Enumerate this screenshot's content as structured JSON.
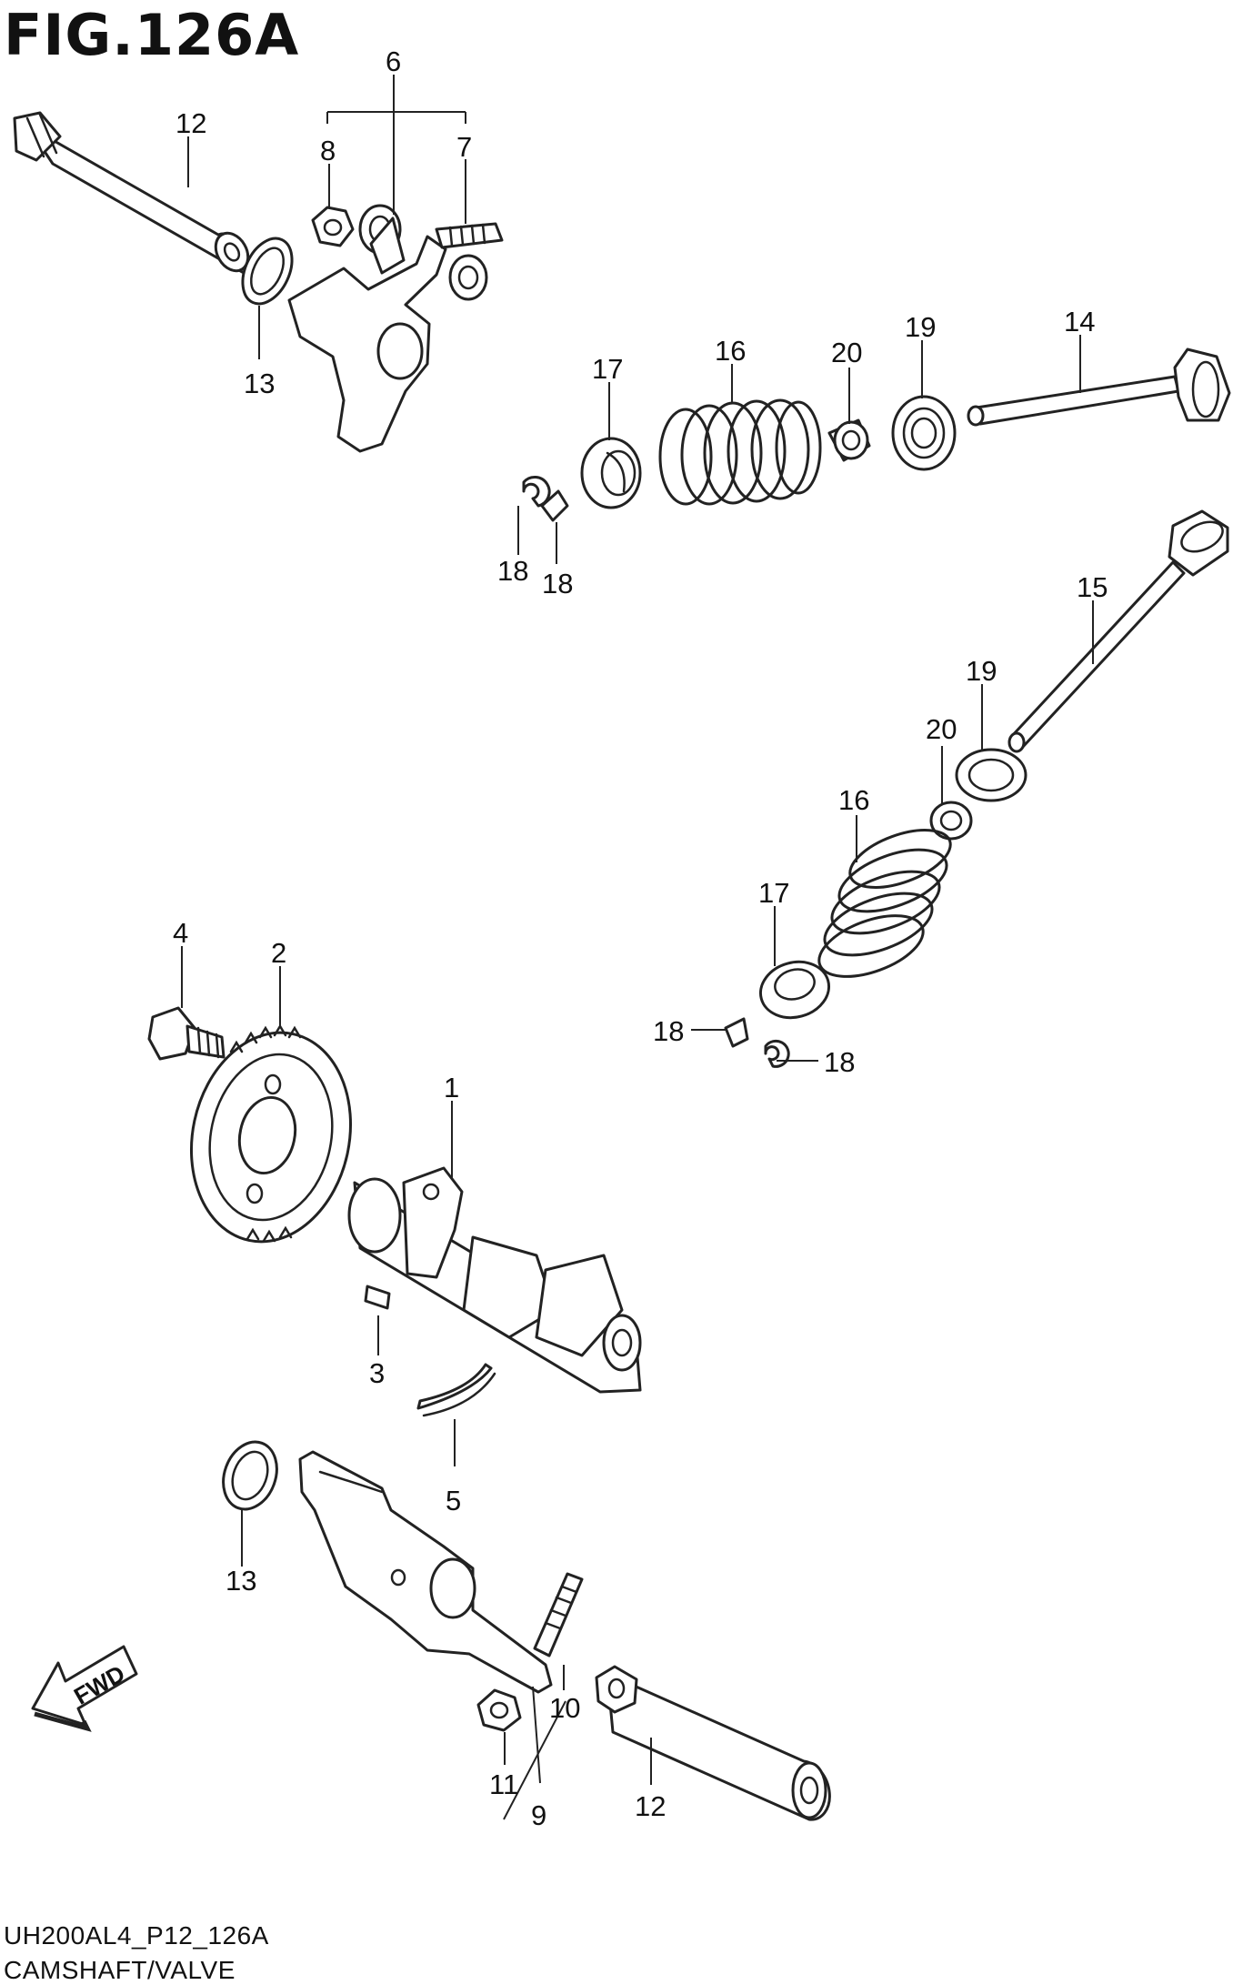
{
  "figure": {
    "title": "FIG.126A",
    "code": "UH200AL4_P12_126A",
    "caption": "CAMSHAFT/VALVE",
    "fwd_label": "FWD"
  },
  "callouts": {
    "c1": "1",
    "c2": "2",
    "c3": "3",
    "c4": "4",
    "c5": "5",
    "c6": "6",
    "c7": "7",
    "c8": "8",
    "c9": "9",
    "c10": "10",
    "c11": "11",
    "c12a": "12",
    "c12b": "12",
    "c13a": "13",
    "c13b": "13",
    "c14": "14",
    "c15": "15",
    "c16a": "16",
    "c16b": "16",
    "c17a": "17",
    "c17b": "17",
    "c18a": "18",
    "c18b": "18",
    "c18c": "18",
    "c18d": "18",
    "c19a": "19",
    "c19b": "19",
    "c20a": "20",
    "c20b": "20"
  }
}
